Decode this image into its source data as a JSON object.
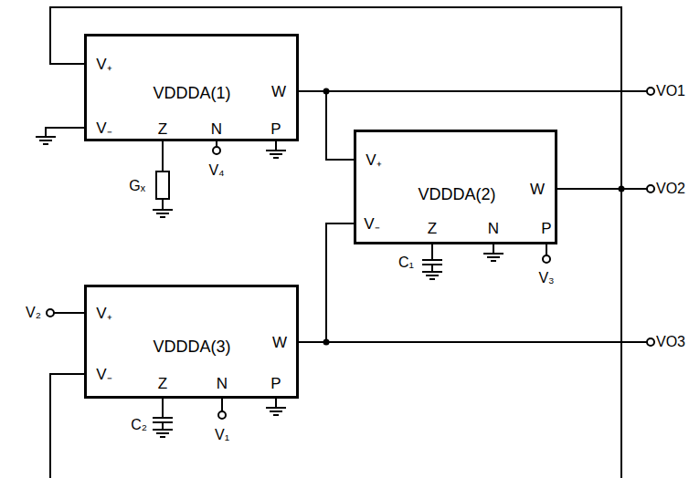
{
  "diagram": {
    "nodes": [
      {
        "text": [
          "VDDDA(1)",
          "V₊",
          "V₋",
          "W",
          "Z",
          "N",
          "P"
        ]
      },
      {
        "text": [
          "VDDDA(2)",
          "V₊",
          "V₋",
          "W",
          "Z",
          "N",
          "P"
        ]
      },
      {
        "text": [
          "VDDDA(3)",
          "V₊",
          "V₋",
          "W",
          "Z",
          "N",
          "P"
        ]
      }
    ],
    "edges": [
      {
        "from": 0,
        "to": 1,
        "arrow": "none"
      },
      {
        "from": 1,
        "to": 0,
        "arrow": "none"
      },
      {
        "from": 2,
        "to": 1,
        "arrow": "none"
      },
      {
        "from": 1,
        "to": 2,
        "arrow": "none"
      }
    ],
    "labels": [
      "VO1",
      "VO2",
      "VO3",
      "Gₓ",
      "V₄",
      "C₁",
      "V₃",
      "C₂",
      "V₁",
      "V₂"
    ]
  }
}
